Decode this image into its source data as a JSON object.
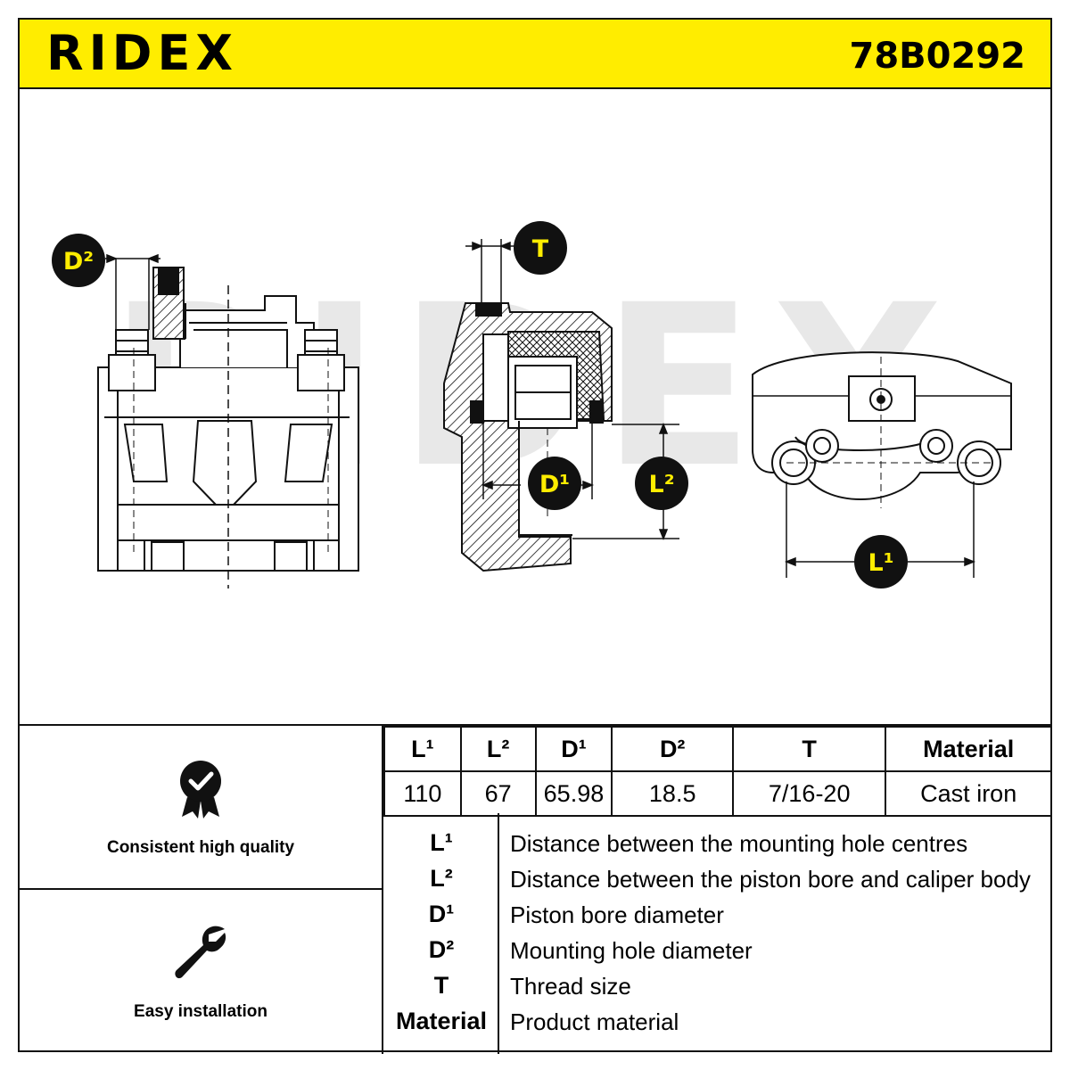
{
  "brand": "RIDEX",
  "part_number": "78B0292",
  "watermark": "RIDEX",
  "colors": {
    "header_bg": "#ffed00",
    "badge_fill": "#111111",
    "badge_text": "#ffed00",
    "line": "#111111"
  },
  "diagram_labels": {
    "d2": "D²",
    "t": "T",
    "d1": "D¹",
    "l2": "L²",
    "l1": "L¹"
  },
  "features": [
    {
      "icon": "quality-badge-icon",
      "label": "Consistent high quality"
    },
    {
      "icon": "wrench-icon",
      "label": "Easy installation"
    }
  ],
  "spec_table": {
    "headers": [
      "L¹",
      "L²",
      "D¹",
      "D²",
      "T",
      "Material"
    ],
    "values": [
      "110",
      "67",
      "65.98",
      "18.5",
      "7/16-20",
      "Cast iron"
    ]
  },
  "legend": [
    {
      "key": "L¹",
      "desc": "Distance between the mounting hole centres"
    },
    {
      "key": "L²",
      "desc": "Distance between the piston bore and caliper body"
    },
    {
      "key": "D¹",
      "desc": "Piston bore diameter"
    },
    {
      "key": "D²",
      "desc": "Mounting hole diameter"
    },
    {
      "key": "T",
      "desc": "Thread size"
    },
    {
      "key": "Material",
      "desc": "Product material"
    }
  ]
}
